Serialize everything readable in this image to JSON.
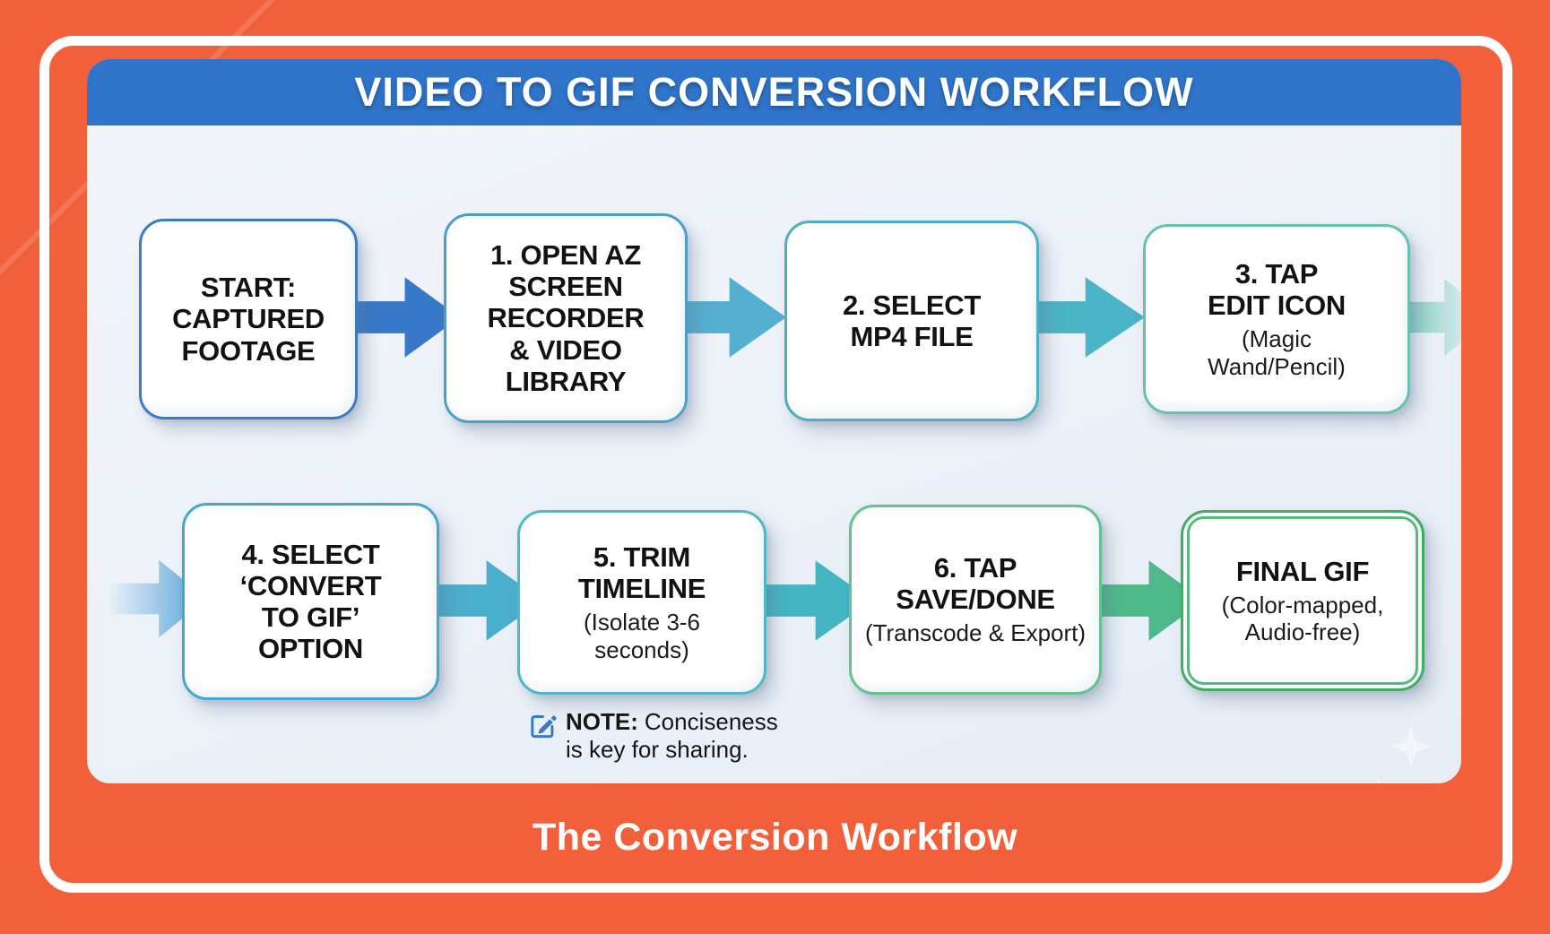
{
  "header": {
    "title": "VIDEO TO GIF CONVERSION WORKFLOW"
  },
  "footer": {
    "caption": "The Conversion Workflow"
  },
  "colors": {
    "background_orange": "#F2603B",
    "header_blue": "#2F74C9",
    "panel_bg": "#EDF2F8",
    "frame_white": "#FFFFFF",
    "text_dark": "#141414",
    "note_icon_blue": "#3A7BC8",
    "arrows": {
      "a1": "#3878C8",
      "a2": "#55AFD0",
      "a3": "#4BB4C6",
      "a4": "#49AFCC",
      "a5": "#45B5C3",
      "a6": "#4FB98A",
      "exit_fade": "#72C8B8",
      "enter_fade": "#5FA9DA"
    }
  },
  "flow": {
    "row1": [
      {
        "title": "START:\nCAPTURED\nFOOTAGE",
        "sub": "",
        "border": "#3C7BC4"
      },
      {
        "title": "1. OPEN AZ\nSCREEN\nRECORDER\n& VIDEO\nLIBRARY",
        "sub": "",
        "border": "#4C9FCB"
      },
      {
        "title": "2. SELECT\nMP4 FILE",
        "sub": "",
        "border": "#4FAFC2"
      },
      {
        "title": "3. TAP\nEDIT ICON",
        "sub": "(Magic\nWand/Pencil)",
        "border": "#66C2AE"
      }
    ],
    "row2": [
      {
        "title": "4. SELECT\n‘CONVERT\nTO GIF’\nOPTION",
        "sub": "",
        "border": "#48A6CC"
      },
      {
        "title": "5. TRIM\nTIMELINE",
        "sub": "(Isolate 3-6\nseconds)",
        "border": "#4FB9C6"
      },
      {
        "title": "6. TAP\nSAVE/DONE",
        "sub": "(Transcode & Export)",
        "border": "#63C28F"
      },
      {
        "title": "FINAL GIF",
        "sub": "(Color-mapped,\nAudio-free)",
        "border": "#3FAE62",
        "border_inner": "#57B97E"
      }
    ]
  },
  "note": {
    "label": "NOTE:",
    "text": "Conciseness\nis key for sharing."
  }
}
